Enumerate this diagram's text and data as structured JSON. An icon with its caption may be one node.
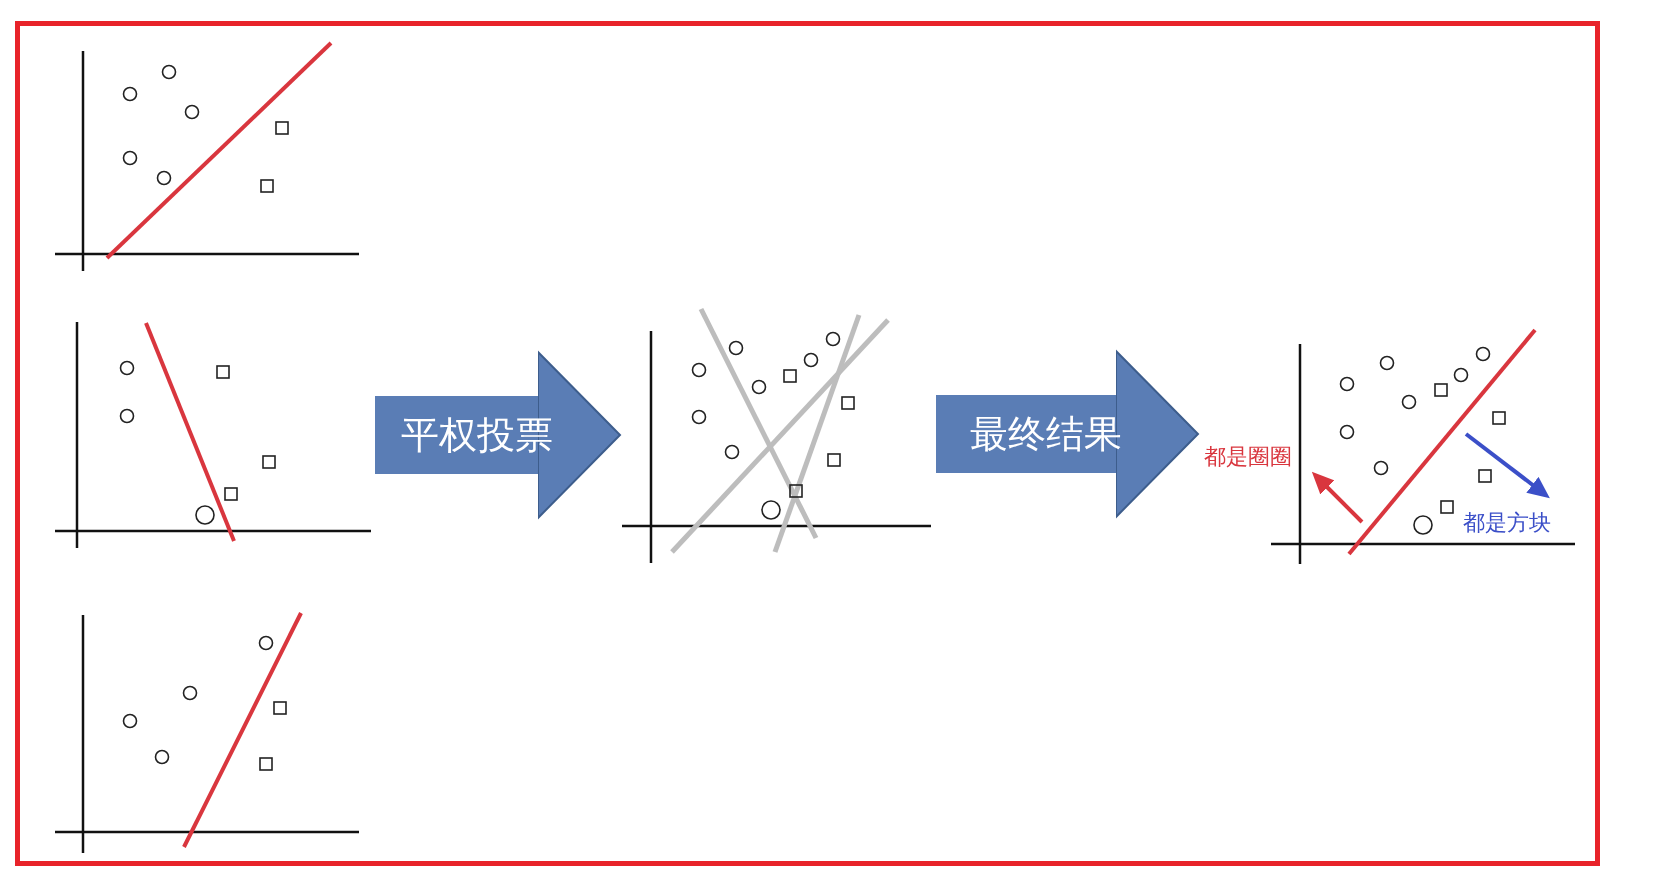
{
  "diagram": {
    "nodes": [
      {
        "text": [],
        "shape": "picture"
      },
      {
        "text": [],
        "shape": "picture"
      },
      {
        "text": [],
        "shape": "picture"
      },
      {
        "text": [],
        "shape": "picture"
      },
      {
        "text": [],
        "shape": "picture"
      }
    ],
    "edges": [
      {
        "from": 1,
        "to": 3,
        "arrow": "to",
        "label": "平权投票"
      },
      {
        "from": 3,
        "to": 4,
        "arrow": "to",
        "label": "最终结果"
      }
    ],
    "labels": [
      "都是圈圈",
      "都是方块"
    ]
  }
}
